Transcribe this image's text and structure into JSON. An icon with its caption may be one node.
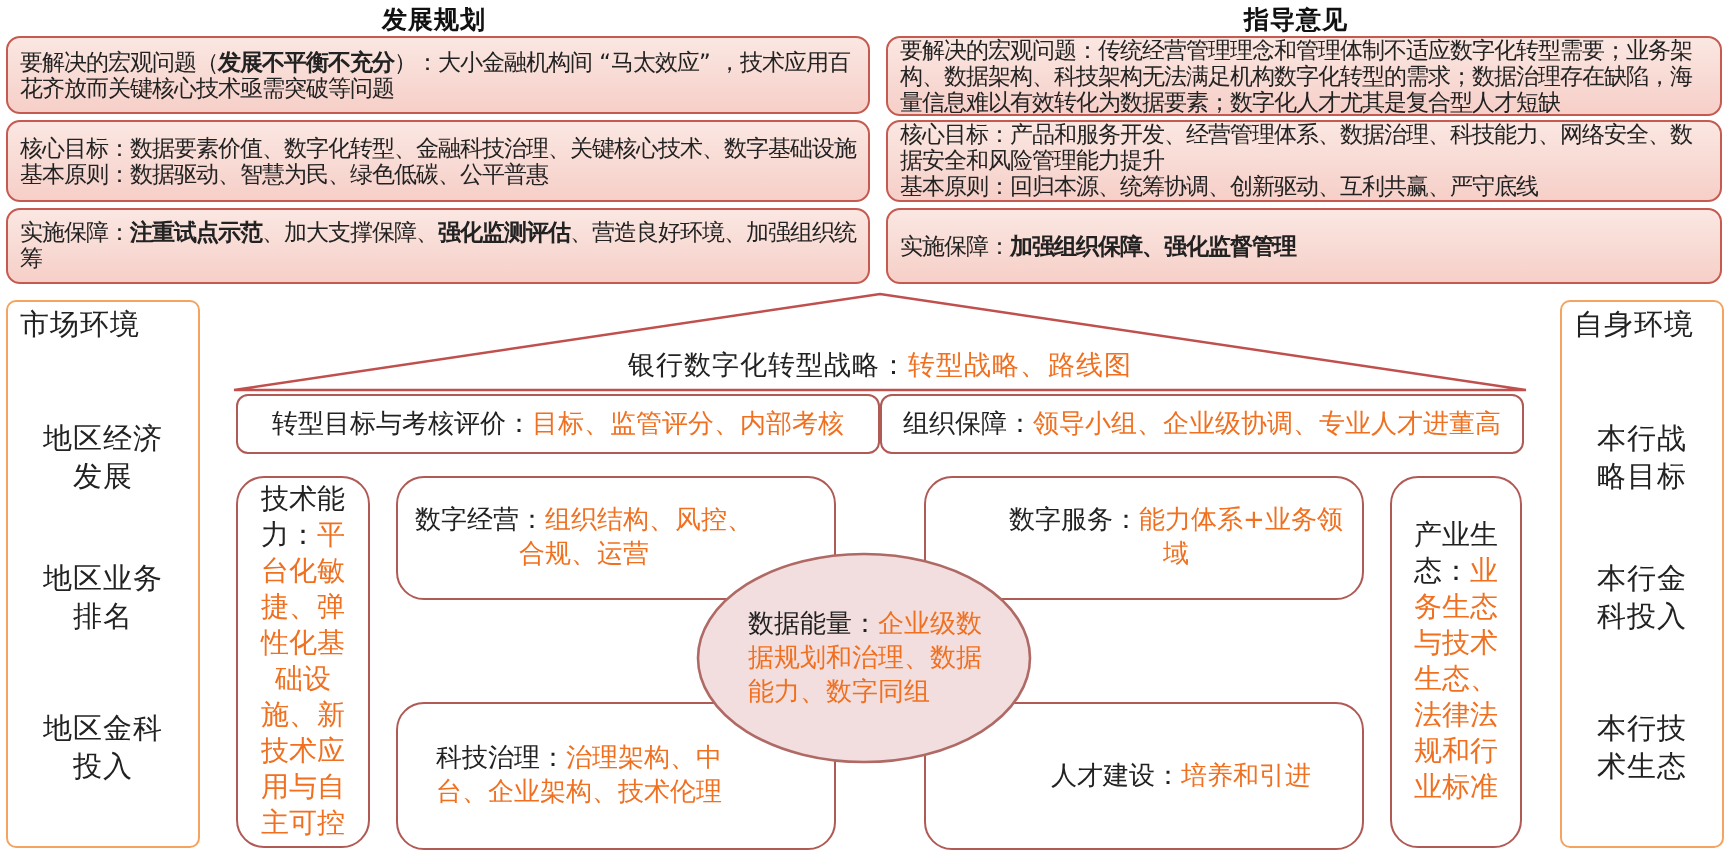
{
  "diagram": {
    "nodes": [
      {
        "text": [
          "要解决的宏观问题（**发展不平衡不充分**）：大小金融机构间 “马太效应” ，技术应用百花齐放而关键核心技术亟需突破等问题"
        ]
      },
      {
        "text": [
          "核心目标：数据要素价值、数字化转型、金融科技治理、关键核心技术、数字基础设施",
          "基本原则：数据驱动、智慧为民、绿色低碳、公平普惠"
        ]
      },
      {
        "text": [
          "实施保障：**注重试点示范**、加大支撑保障、**强化监测评估**、营造良好环境、加强组织统筹"
        ]
      },
      {
        "text": [
          "要解决的宏观问题：传统经营管理理念和管理体制不适应数字化转型需要；业务架构、数据架构、科技架构无法满足机构数字化转型的需求；数据治理存在缺陷，海量信息难以有效转化为数据要素；数字化人才尤其是复合型人才短缺"
        ]
      },
      {
        "text": [
          "核心目标：产品和服务开发、经营管理体系、数据治理、科技能力、网络安全、数据安全和风险管理能力提升",
          "基本原则：回归本源、统筹协调、创新驱动、互利共赢、严守底线"
        ]
      },
      {
        "text": [
          "实施保障：**加强组织保障、强化监督管理**"
        ]
      },
      {
        "text": [
          "市场环境",
          "地区经济发展",
          "地区业务排名",
          "地区金科投入"
        ]
      },
      {
        "text": [
          "自身环境",
          "本行战略目标",
          "本行金科投入",
          "本行技术生态"
        ]
      },
      {
        "text": [
          "银行数字化转型战略：",
          "转型战略、路线图"
        ]
      },
      {
        "text": [
          "转型目标与考核评价：",
          "目标、监管评分、内部考核"
        ]
      },
      {
        "text": [
          "组织保障：",
          "领导小组、企业级协调、专业人才进董高"
        ]
      },
      {
        "text": [
          "技术能力：",
          "平台化敏捷、弹性化基础设施、新技术应用与自主可控"
        ]
      },
      {
        "text": [
          "数字经营：",
          "组织结构、风控、合规、运营"
        ]
      },
      {
        "text": [
          "科技治理：",
          "治理架构、中台、企业架构、技术伦理"
        ]
      },
      {
        "text": [
          "数字服务：",
          "能力体系+业务领域"
        ]
      },
      {
        "text": [
          "人才建设：",
          "培养和引进"
        ]
      },
      {
        "text": [
          "产业生态：",
          "业务生态与技术生态、法律法规和行业标准"
        ]
      },
      {
        "text": [
          "数据能量：",
          "企业级数据规划和治理、数据能力、数字同组"
        ]
      }
    ],
    "edges": [],
    "labels": [
      "发展规划",
      "指导意见"
    ]
  }
}
